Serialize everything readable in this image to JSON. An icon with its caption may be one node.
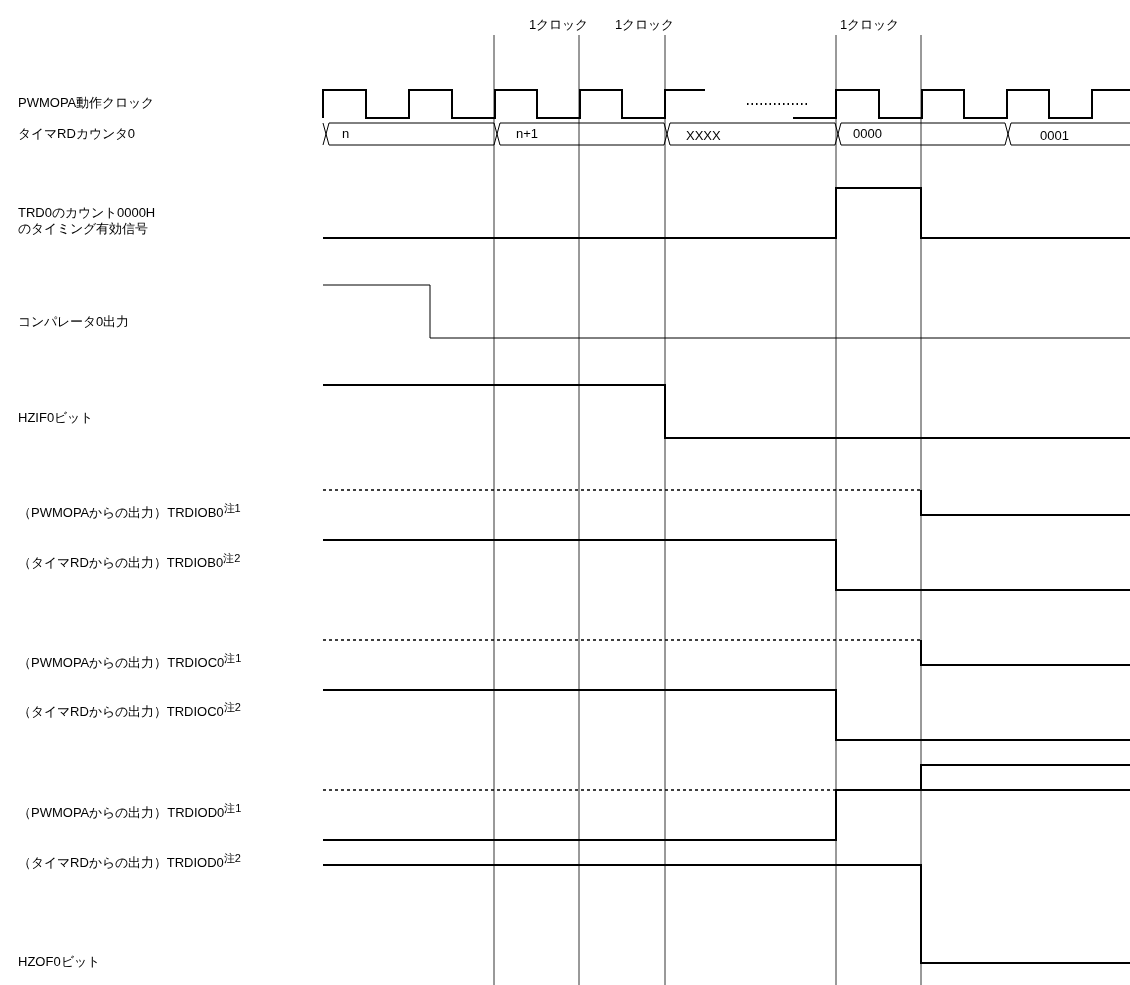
{
  "diagram": {
    "labels": [
      "1クロック",
      "1クロック",
      "1クロック",
      "PWMOPA動作クロック",
      "タイマRDカウンタ0",
      "n",
      "n+1",
      "XXXX",
      "0000",
      "0001",
      "TRD0のカウント0000Hのタイミング有効信号",
      "コンパレータ0出力",
      "HZIF0ビット",
      "（PWMOPAからの出力）TRDIOB0$^{注1}$",
      "（タイマRDからの出力）TRDIOB0$^{注2}$",
      "（PWMOPAからの出力）TRDIOC0$^{注1}$",
      "（タイマRDからの出力）TRDIOC0$^{注2}$",
      "（PWMOPAからの出力）TRDIOD0$^{注1}$",
      "（タイマRDからの出力）TRDIOD0$^{注2}$",
      "HZOF0ビット"
    ]
  }
}
